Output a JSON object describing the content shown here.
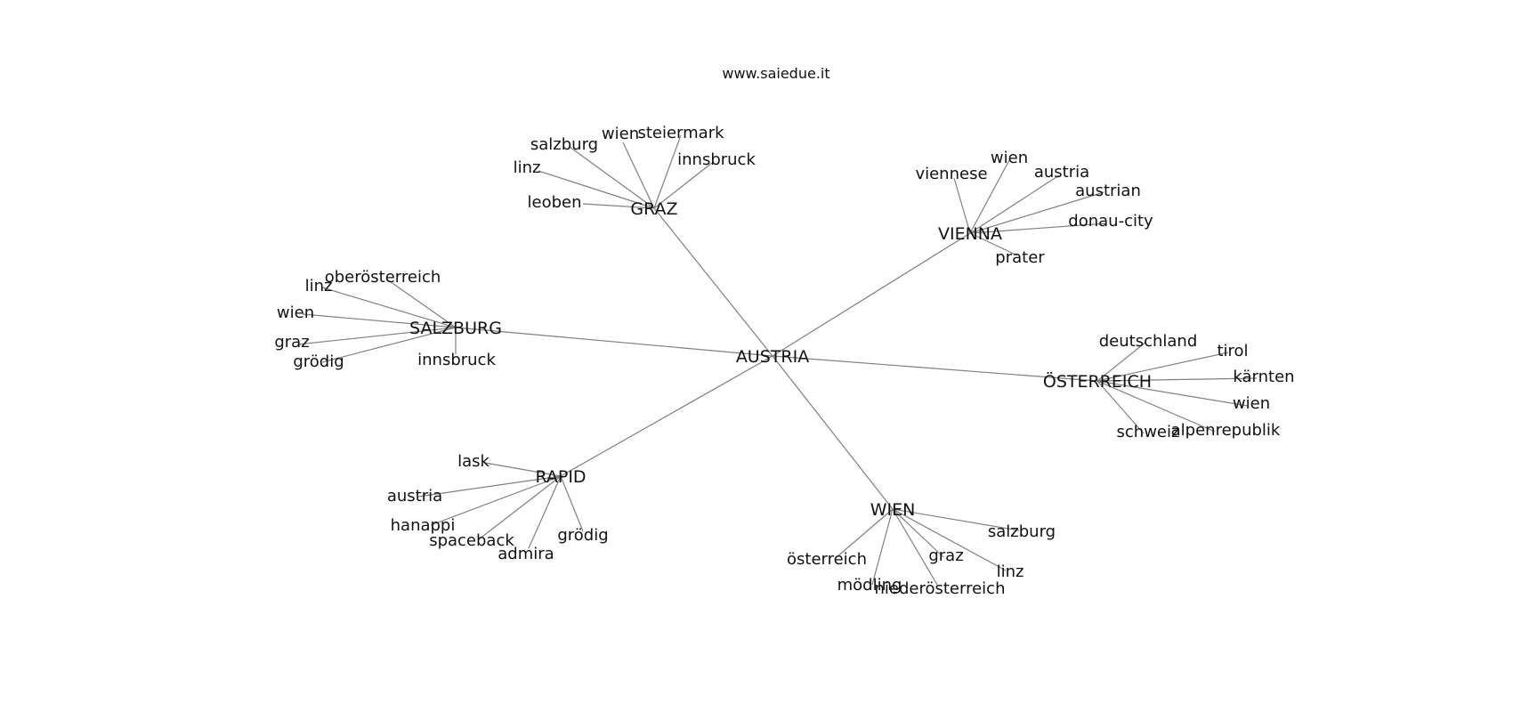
{
  "site_title": "www.saiedue.it",
  "edge_color": "#808080",
  "graph": {
    "root": "AUSTRIA",
    "hubs": [
      {
        "label": "GRAZ",
        "leaves": [
          "salzburg",
          "wien",
          "steiermark",
          "innsbruck",
          "linz",
          "leoben"
        ]
      },
      {
        "label": "VIENNA",
        "leaves": [
          "viennese",
          "wien",
          "austria",
          "austrian",
          "donau-city",
          "prater"
        ]
      },
      {
        "label": "SALZBURG",
        "leaves": [
          "oberösterreich",
          "linz",
          "wien",
          "graz",
          "grödig",
          "innsbruck"
        ]
      },
      {
        "label": "ÖSTERREICH",
        "leaves": [
          "deutschland",
          "tirol",
          "kärnten",
          "wien",
          "alpenrepublik",
          "schweiz"
        ]
      },
      {
        "label": "RAPID",
        "leaves": [
          "lask",
          "austria",
          "hanappi",
          "spaceback",
          "admira",
          "grödig"
        ]
      },
      {
        "label": "WIEN",
        "leaves": [
          "salzburg",
          "graz",
          "linz",
          "österreich",
          "mödling",
          "niederösterreich"
        ]
      }
    ]
  }
}
